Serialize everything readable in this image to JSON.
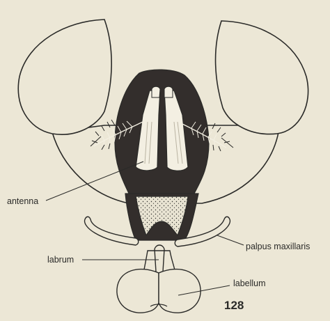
{
  "labels": {
    "antenna": "antenna",
    "labrum": "labrum",
    "palpus_maxillaris": "palpus maxillaris",
    "labellum": "labellum"
  },
  "figure_number": "128",
  "colors": {
    "paper": "#ece7d6",
    "ink": "#2a2a28",
    "dark_fill": "#332e2c"
  }
}
